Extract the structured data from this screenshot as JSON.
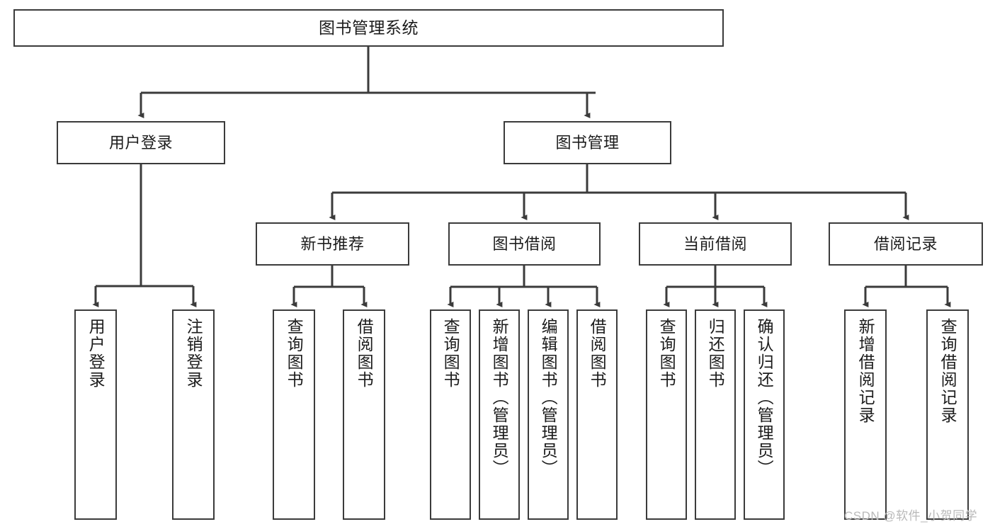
{
  "diagram": {
    "title_box": {
      "label": "图书管理系统"
    },
    "level2": [
      {
        "id": "user-login",
        "label": "用户登录"
      },
      {
        "id": "book-manage",
        "label": "图书管理"
      }
    ],
    "level3": [
      {
        "id": "new-book-recommend",
        "label": "新书推荐"
      },
      {
        "id": "book-borrow",
        "label": "图书借阅"
      },
      {
        "id": "current-borrow",
        "label": "当前借阅"
      },
      {
        "id": "borrow-record",
        "label": "借阅记录"
      }
    ],
    "leaves": {
      "user_login": [
        {
          "id": "login",
          "label": "用户登录"
        },
        {
          "id": "logout",
          "label": "注销登录"
        }
      ],
      "new_book_recommend": [
        {
          "id": "query-book",
          "label": "查询图书"
        },
        {
          "id": "borrow-book",
          "label": "借阅图书"
        }
      ],
      "book_borrow": [
        {
          "id": "query-book",
          "label": "查询图书"
        },
        {
          "id": "add-book",
          "label": "新增图书（管理员）"
        },
        {
          "id": "edit-book",
          "label": "编辑图书（管理员）"
        },
        {
          "id": "borrow-book",
          "label": "借阅图书"
        }
      ],
      "current_borrow": [
        {
          "id": "query-book",
          "label": "查询图书"
        },
        {
          "id": "return-book",
          "label": "归还图书"
        },
        {
          "id": "confirm-return",
          "label": "确认归还（管理员）"
        }
      ],
      "borrow_record": [
        {
          "id": "add-record",
          "label": "新增借阅记录"
        },
        {
          "id": "query-record",
          "label": "查询借阅记录"
        }
      ]
    }
  },
  "watermark": {
    "text": "CSDN @软件_小贺同学"
  },
  "colors": {
    "stroke": "#3b3b3b",
    "background": "#ffffff",
    "text": "#1c1c1c",
    "watermark": "#b9b9b9"
  }
}
